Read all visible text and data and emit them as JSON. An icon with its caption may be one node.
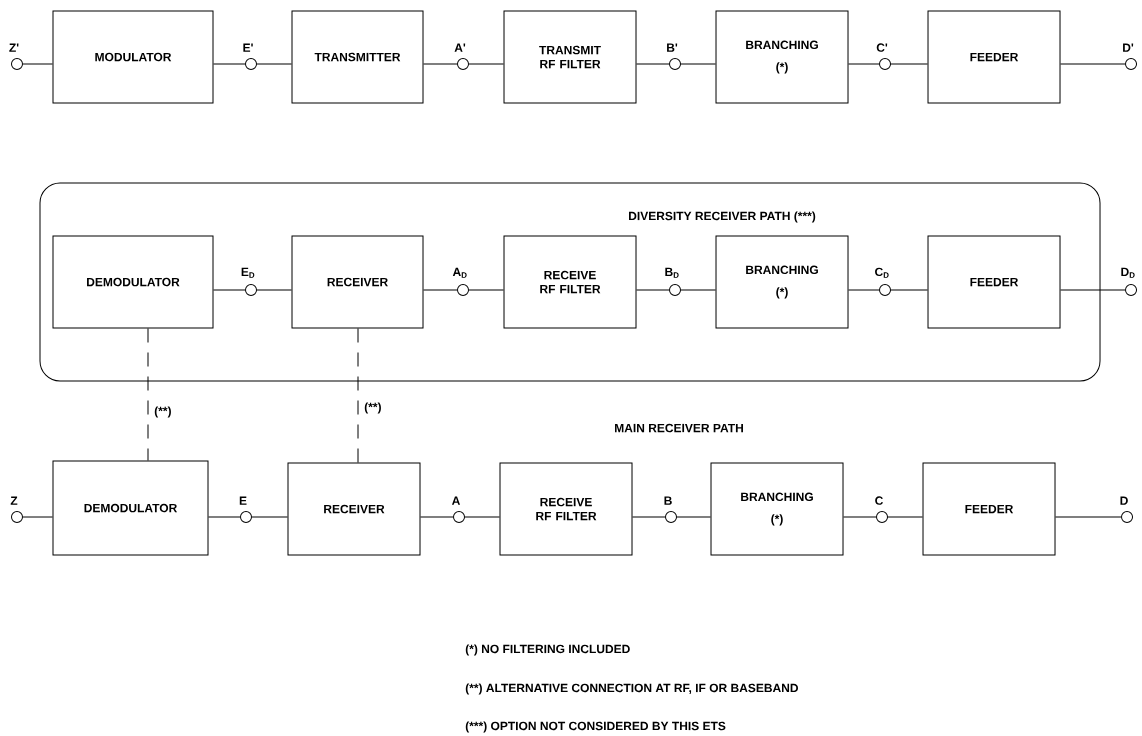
{
  "diagram": {
    "nodes": [
      {
        "text": [],
        "shape": "circle",
        "beside": [
          "Z'"
        ]
      },
      {
        "text": [
          "MODULATOR"
        ]
      },
      {
        "text": [],
        "shape": "circle",
        "beside": [
          "E'"
        ]
      },
      {
        "text": [
          "TRANSMITTER"
        ]
      },
      {
        "text": [],
        "shape": "circle",
        "beside": [
          "A'"
        ]
      },
      {
        "text": [
          "TRANSMIT RF FILTER"
        ]
      },
      {
        "text": [],
        "shape": "circle",
        "beside": [
          "B'"
        ]
      },
      {
        "text": [
          "BRANCHING",
          "(*)"
        ]
      },
      {
        "text": [],
        "shape": "circle",
        "beside": [
          "C'"
        ]
      },
      {
        "text": [
          "FEEDER"
        ]
      },
      {
        "text": [],
        "shape": "circle",
        "beside": [
          "D'"
        ]
      },
      {
        "text": [
          "DIVERSITY RECEIVER PATH (***)"
        ]
      },
      {
        "text": [
          "DEMODULATOR"
        ],
        "in": 11
      },
      {
        "text": [],
        "shape": "circle",
        "beside": [
          "E$_{D}$"
        ],
        "in": 11
      },
      {
        "text": [
          "RECEIVER"
        ],
        "in": 11
      },
      {
        "text": [],
        "shape": "circle",
        "beside": [
          "A$_{D}$"
        ],
        "in": 11
      },
      {
        "text": [
          "RECEIVE RF FILTER"
        ],
        "in": 11
      },
      {
        "text": [],
        "shape": "circle",
        "beside": [
          "B$_{D}$"
        ],
        "in": 11
      },
      {
        "text": [
          "BRANCHING",
          "(*)"
        ],
        "in": 11
      },
      {
        "text": [],
        "shape": "circle",
        "beside": [
          "C$_{D}$"
        ],
        "in": 11
      },
      {
        "text": [
          "FEEDER"
        ],
        "in": 11
      },
      {
        "text": [],
        "shape": "circle",
        "beside": [
          "D$_{D}$"
        ]
      },
      {
        "text": [],
        "shape": "circle",
        "beside": [
          "Z"
        ]
      },
      {
        "text": [
          "DEMODULATOR"
        ]
      },
      {
        "text": [],
        "shape": "circle",
        "beside": [
          "E"
        ]
      },
      {
        "text": [
          "RECEIVER"
        ]
      },
      {
        "text": [],
        "shape": "circle",
        "beside": [
          "A"
        ]
      },
      {
        "text": [
          "RECEIVE RF FILTER"
        ]
      },
      {
        "text": [],
        "shape": "circle",
        "beside": [
          "B"
        ]
      },
      {
        "text": [
          "BRANCHING",
          "(*)"
        ]
      },
      {
        "text": [],
        "shape": "circle",
        "beside": [
          "C"
        ]
      },
      {
        "text": [
          "FEEDER"
        ]
      },
      {
        "text": [],
        "shape": "circle",
        "beside": [
          "D"
        ]
      }
    ],
    "edges": [
      {
        "from": 0,
        "to": 1,
        "arrow": "none"
      },
      {
        "from": 1,
        "to": 2,
        "arrow": "none"
      },
      {
        "from": 2,
        "to": 3,
        "arrow": "none"
      },
      {
        "from": 3,
        "to": 4,
        "arrow": "none"
      },
      {
        "from": 4,
        "to": 5,
        "arrow": "none"
      },
      {
        "from": 5,
        "to": 6,
        "arrow": "none"
      },
      {
        "from": 6,
        "to": 7,
        "arrow": "none"
      },
      {
        "from": 7,
        "to": 8,
        "arrow": "none"
      },
      {
        "from": 8,
        "to": 9,
        "arrow": "none"
      },
      {
        "from": 9,
        "to": 10,
        "arrow": "none"
      },
      {
        "from": 12,
        "to": 13,
        "arrow": "none"
      },
      {
        "from": 13,
        "to": 14,
        "arrow": "none"
      },
      {
        "from": 14,
        "to": 15,
        "arrow": "none"
      },
      {
        "from": 15,
        "to": 16,
        "arrow": "none"
      },
      {
        "from": 16,
        "to": 17,
        "arrow": "none"
      },
      {
        "from": 17,
        "to": 18,
        "arrow": "none"
      },
      {
        "from": 18,
        "to": 19,
        "arrow": "none"
      },
      {
        "from": 19,
        "to": 20,
        "arrow": "none"
      },
      {
        "from": 20,
        "to": 21,
        "arrow": "none"
      },
      {
        "from": 22,
        "to": 23,
        "arrow": "none"
      },
      {
        "from": 23,
        "to": 24,
        "arrow": "none"
      },
      {
        "from": 24,
        "to": 25,
        "arrow": "none"
      },
      {
        "from": 25,
        "to": 26,
        "arrow": "none"
      },
      {
        "from": 26,
        "to": 27,
        "arrow": "none"
      },
      {
        "from": 27,
        "to": 28,
        "arrow": "none"
      },
      {
        "from": 28,
        "to": 29,
        "arrow": "none"
      },
      {
        "from": 29,
        "to": 30,
        "arrow": "none"
      },
      {
        "from": 30,
        "to": 31,
        "arrow": "none"
      },
      {
        "from": 31,
        "to": 32,
        "arrow": "none"
      },
      {
        "from": 12,
        "to": 23,
        "arrow": "none",
        "style": "dashed",
        "label": "(**)"
      },
      {
        "from": 14,
        "to": 25,
        "arrow": "none",
        "style": "dashed",
        "label": "(**)"
      }
    ],
    "labels": [
      "MAIN RECEIVER PATH",
      "(*) NO FILTERING INCLUDED",
      "(**) ALTERNATIVE CONNECTION AT RF, IF OR BASEBAND",
      "(***) OPTION NOT CONSIDERED BY THIS ETS"
    ]
  }
}
